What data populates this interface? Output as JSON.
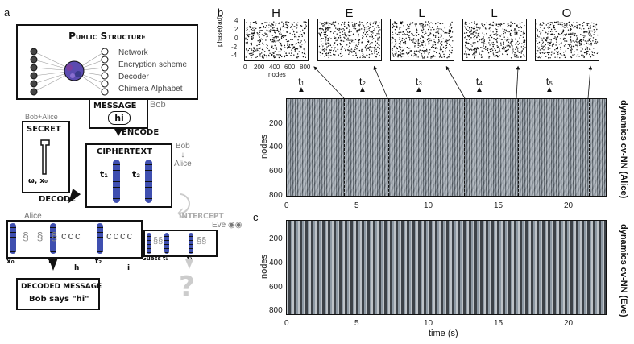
{
  "panel_a": {
    "label": "a",
    "public_structure": {
      "title": "Public Structure",
      "items": [
        "Network",
        "Encryption scheme",
        "Decoder",
        "Chimera Alphabet"
      ]
    },
    "message_box": {
      "title": "MESSAGE",
      "content": "hi",
      "owner": "Bob"
    },
    "secret_box": {
      "owner": "Bob+Alice",
      "title": "SECRET",
      "params": "ω, x₀"
    },
    "encode_label": "ENCODE",
    "ciphertext_box": {
      "title": "CIPHERTEXT",
      "t1": "t₁",
      "t2": "t₂"
    },
    "bob_alice": [
      "Bob",
      "Alice"
    ],
    "decode_label": "DECODE",
    "intercept_label": "INTERCEPT",
    "eve_label": "Eve",
    "alice_label": "Alice",
    "alice_time_labels": [
      "x₀",
      "t₁",
      "h",
      "t₂",
      "i"
    ],
    "eve_time_labels": [
      "Guess",
      "t₁",
      "t₂"
    ],
    "question_mark": "?",
    "decoded_box": {
      "title": "DECODED MESSAGE",
      "content": "Bob says \"hi\""
    }
  },
  "panel_b": {
    "label": "b",
    "letters": [
      "H",
      "E",
      "L",
      "L",
      "O"
    ],
    "inset_ylabel": "phase(rad)",
    "inset_yticks": [
      "4",
      "2",
      "0",
      "-2",
      "-4"
    ],
    "inset_xticks": [
      "0",
      "200",
      "400",
      "600",
      "800"
    ],
    "inset_xlabel": "nodes",
    "time_markers": [
      "t₁",
      "t₂",
      "t₃",
      "t₄",
      "t₅"
    ],
    "heatmap_ylabel": "nodes",
    "heatmap_yticks": [
      "200",
      "400",
      "600",
      "800"
    ],
    "heatmap_xticks": [
      "0",
      "5",
      "10",
      "15",
      "20"
    ],
    "side_label": "dynamics cv-NN (Alice)"
  },
  "panel_c": {
    "label": "c",
    "heatmap_ylabel": "nodes",
    "heatmap_yticks": [
      "200",
      "400",
      "600",
      "800"
    ],
    "heatmap_xticks": [
      "0",
      "5",
      "10",
      "15",
      "20"
    ],
    "xlabel": "time (s)",
    "side_label": "dynamics cv-NN (Eve)"
  }
}
